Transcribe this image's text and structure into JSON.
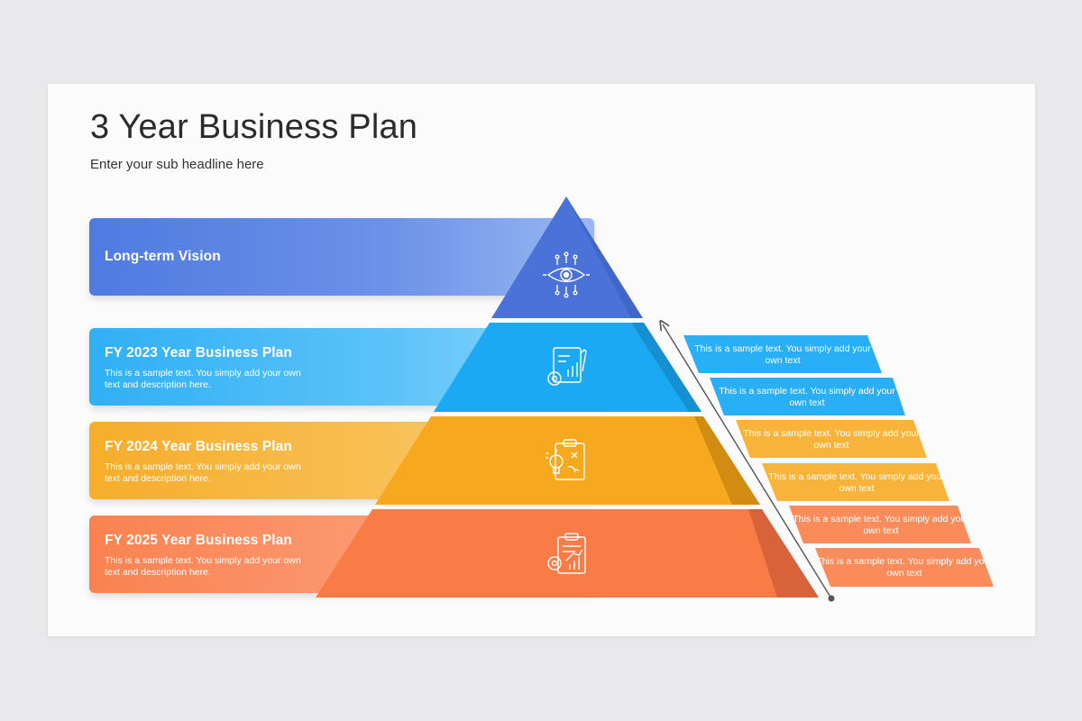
{
  "title": "3 Year Business Plan",
  "subtitle": "Enter your sub headline here",
  "levels": [
    {
      "title": "Long-term Vision",
      "desc": "",
      "icon": "eye-circuit-icon",
      "color": "#4a72d9"
    },
    {
      "title": "FY 2023 Year Business Plan",
      "desc": "This is a sample text. You simply add your own text and description here.",
      "icon": "document-chart-icon",
      "color": "#1ba9f4"
    },
    {
      "title": "FY 2024 Year Business Plan",
      "desc": "This is a sample text. You simply add your own text and description here.",
      "icon": "clipboard-idea-icon",
      "color": "#f6a91f"
    },
    {
      "title": "FY 2025 Year Business Plan",
      "desc": "This is a sample text. You simply add your own text and description here.",
      "icon": "clipboard-growth-icon",
      "color": "#f97b45"
    }
  ],
  "side_notes": [
    {
      "text": "This is a sample text. You simply add your own text",
      "color": "#1ba9f4"
    },
    {
      "text": "This is a sample text. You simply add your own text",
      "color": "#1ba9f4"
    },
    {
      "text": "This is a sample text. You simply add your own text",
      "color": "#f6a91f"
    },
    {
      "text": "This is a sample text. You simply add your own text",
      "color": "#f6a91f"
    },
    {
      "text": "This is a sample text. You simply add your own text",
      "color": "#f97b45"
    },
    {
      "text": "This is a sample text. You simply add your own text",
      "color": "#f97b45"
    }
  ]
}
